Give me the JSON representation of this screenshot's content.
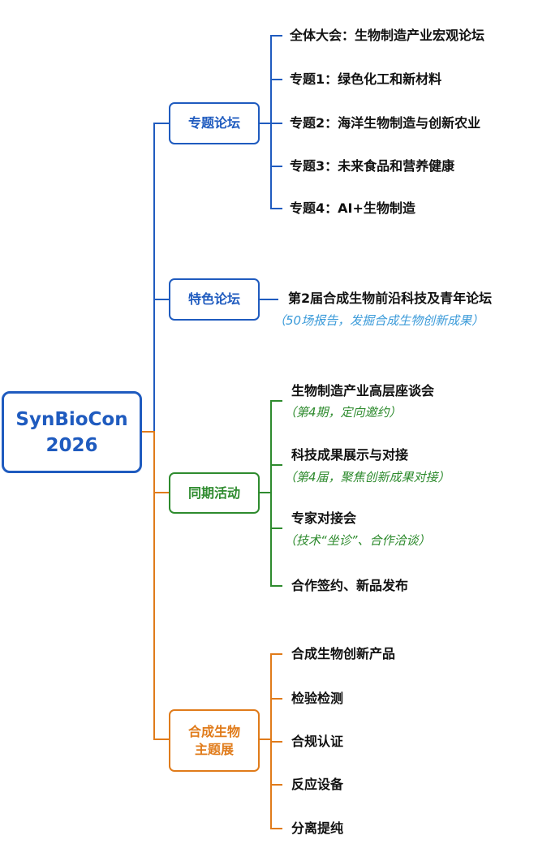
{
  "root": {
    "line1": "SynBioCon",
    "line2": "2026"
  },
  "colors": {
    "blue": "#1f5bbf",
    "green": "#2e8b2e",
    "orange": "#e07b1a",
    "note_blue": "#3a9ad9",
    "note_green": "#2e8b2e"
  },
  "branches": [
    {
      "label": "专题论坛",
      "items": [
        {
          "text": "全体大会：生物制造产业宏观论坛"
        },
        {
          "text": "专题1：绿色化工和新材料"
        },
        {
          "text": "专题2：海洋生物制造与创新农业"
        },
        {
          "text": "专题3：未来食品和营养健康"
        },
        {
          "text": "专题4：AI+生物制造"
        }
      ]
    },
    {
      "label": "特色论坛",
      "items": [
        {
          "text": "第2届合成生物前沿科技及青年论坛",
          "note": "（50场报告，发掘合成生物创新成果）"
        }
      ]
    },
    {
      "label": "同期活动",
      "items": [
        {
          "text": "生物制造产业高层座谈会",
          "note": "（第4期，定向邀约）"
        },
        {
          "text": "科技成果展示与对接",
          "note": "（第4届，聚焦创新成果对接）"
        },
        {
          "text": "专家对接会",
          "note": "（技术“坐诊”、合作洽谈）"
        },
        {
          "text": "合作签约、新品发布"
        }
      ]
    },
    {
      "label_line1": "合成生物",
      "label_line2": "主题展",
      "items": [
        {
          "text": "合成生物创新产品"
        },
        {
          "text": "检验检测"
        },
        {
          "text": "合规认证"
        },
        {
          "text": "反应设备"
        },
        {
          "text": "分离提纯"
        }
      ]
    }
  ]
}
